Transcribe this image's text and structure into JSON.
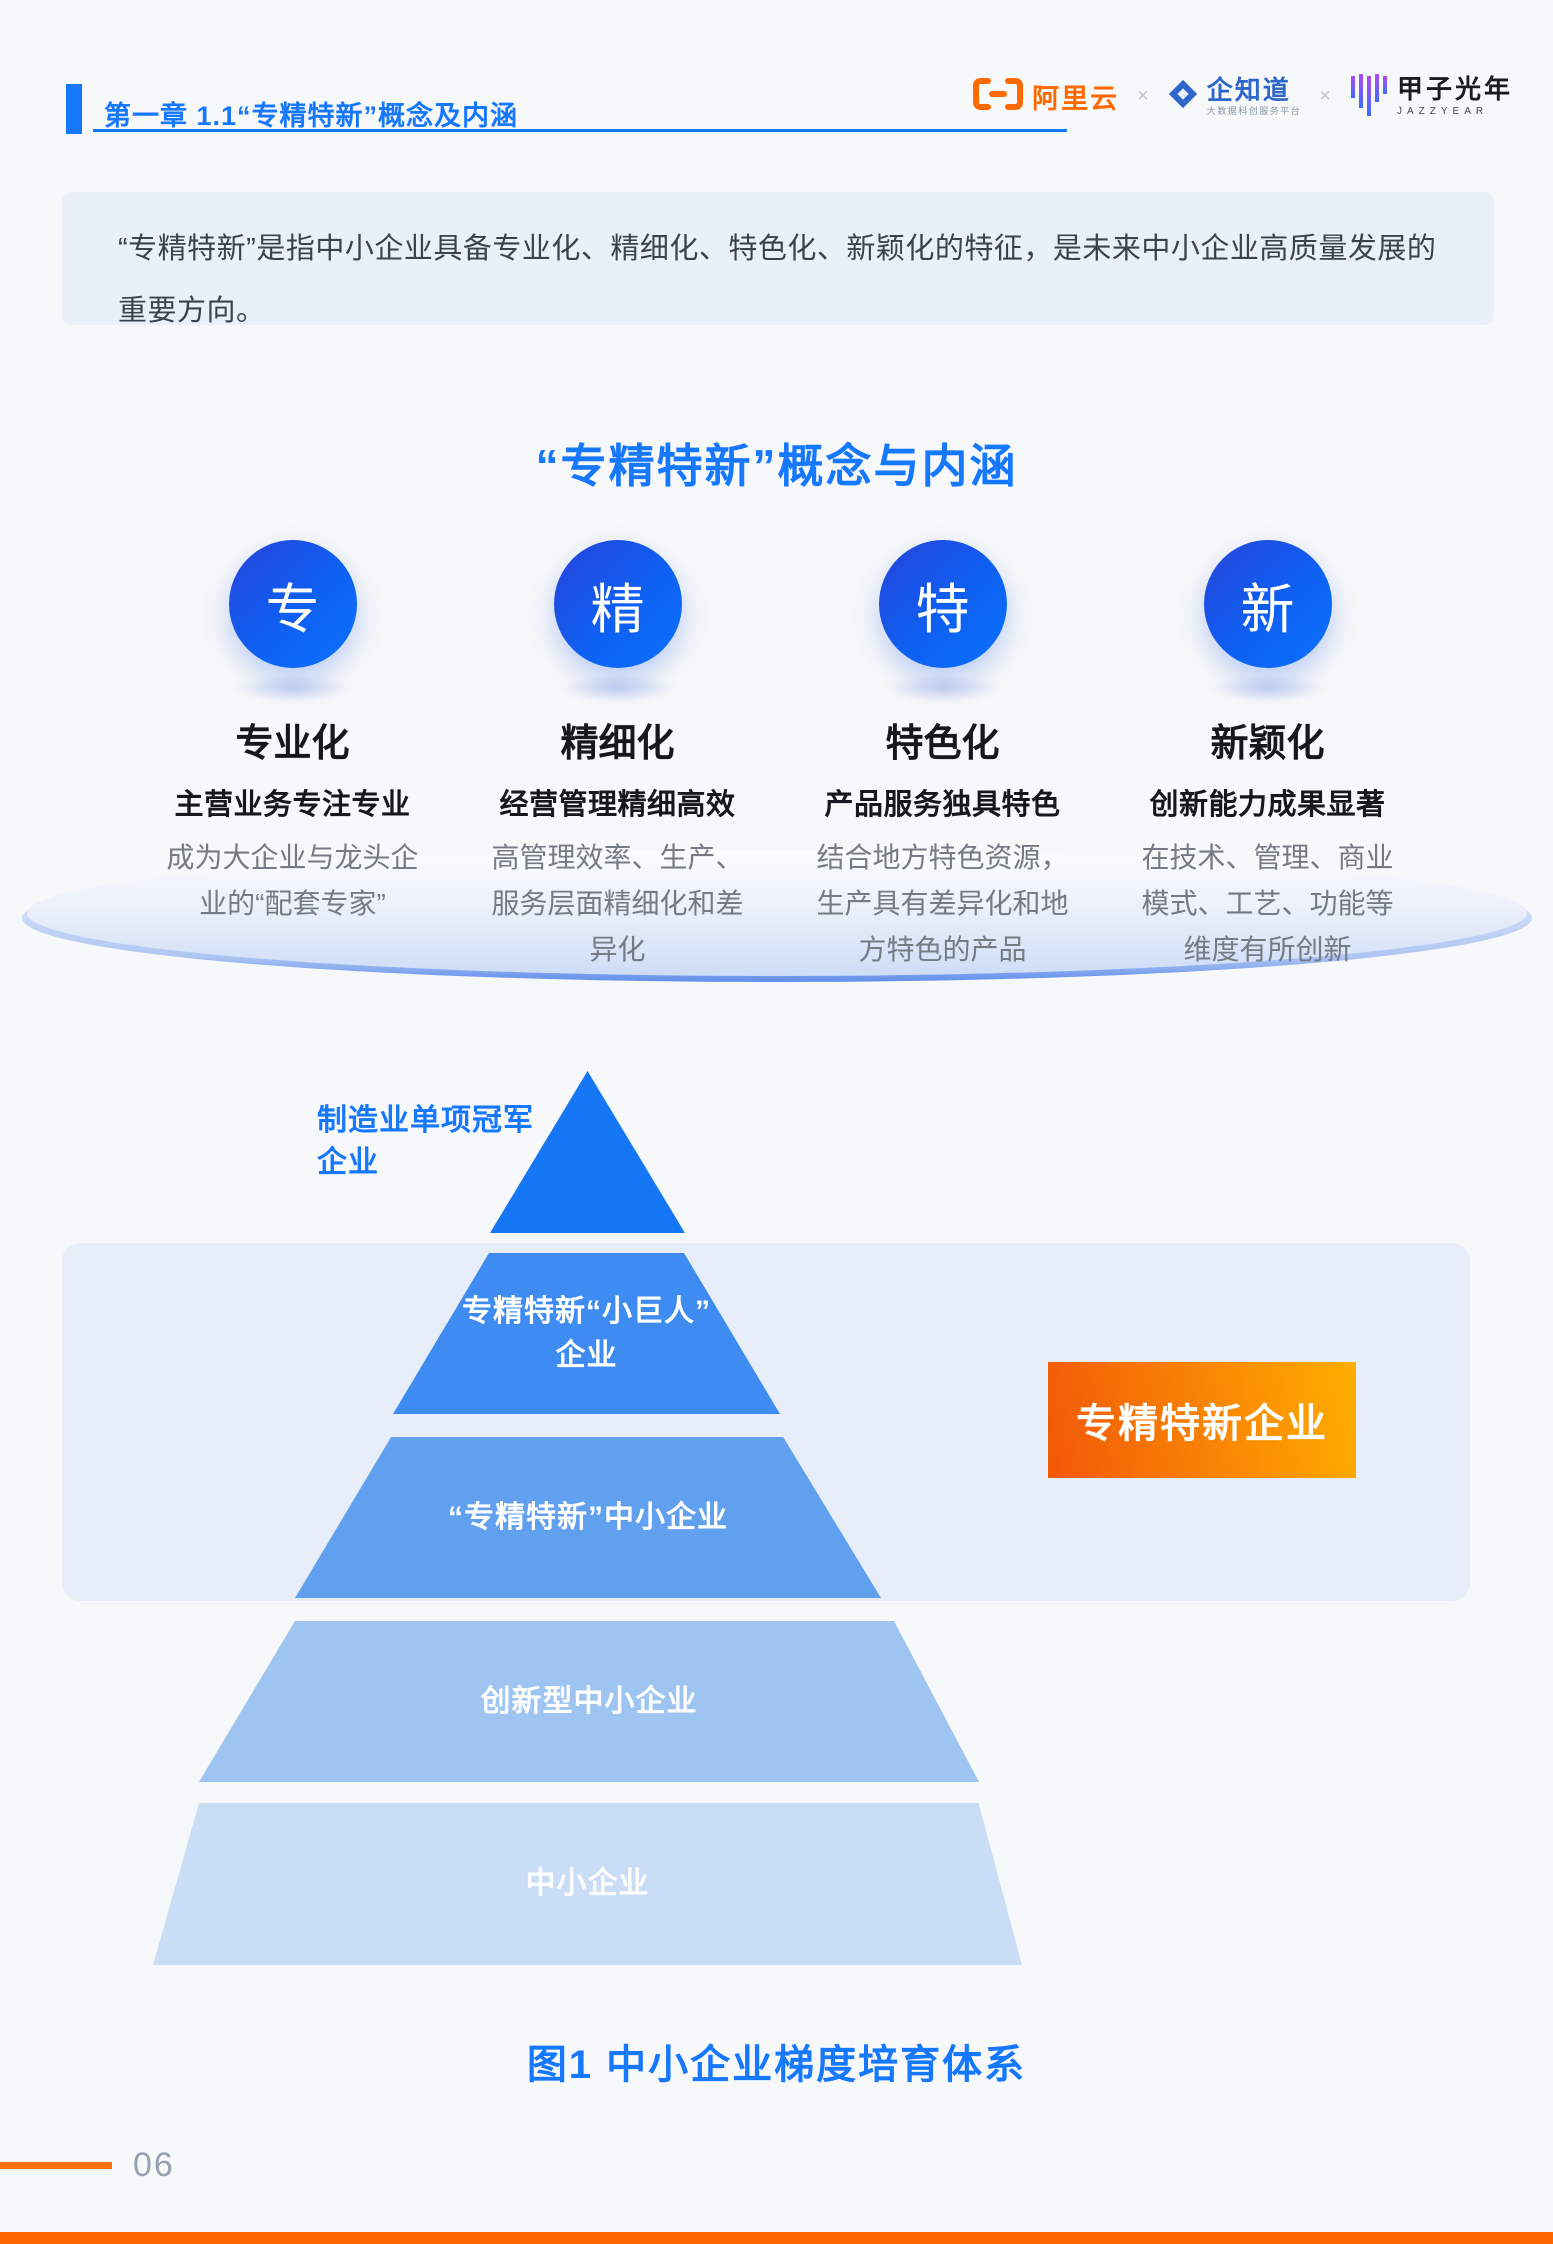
{
  "header": {
    "chapter_title": "第一章 1.1“专精特新”概念及内涵",
    "logo_aliyun": "阿里云",
    "logo_sep1": "×",
    "logo_qizhidao": "企知道",
    "logo_qizhidao_sub": "大数据科创服务平台",
    "logo_sep2": "×",
    "logo_jiazi": "甲子光年",
    "logo_jiazi_sub": "JAZZYEAR"
  },
  "intro": {
    "text": "“专精特新”是指中小企业具备专业化、精细化、特色化、新颖化的特征，是未来中小企业高质量发展的重要方向。"
  },
  "section": {
    "title": "“专精特新”概念与内涵"
  },
  "concepts": [
    {
      "char": "专",
      "title": "专业化",
      "subtitle": "主营业务专注专业",
      "desc": "成为大企业与龙头企业的“配套专家”"
    },
    {
      "char": "精",
      "title": "精细化",
      "subtitle": "经营管理精细高效",
      "desc": "高管理效率、生产、服务层面精细化和差异化"
    },
    {
      "char": "特",
      "title": "特色化",
      "subtitle": "产品服务独具特色",
      "desc": "结合地方特色资源，生产具有差异化和地方特色的产品"
    },
    {
      "char": "新",
      "title": "新颖化",
      "subtitle": "创新能力成果显著",
      "desc": "在技术、管理、商业模式、工艺、功能等维度有所创新"
    }
  ],
  "pyramid": {
    "levels": [
      {
        "label": "制造业单项冠军企业",
        "label_lines": [
          "制造业单项冠军",
          "企业"
        ],
        "color": "#1677F6",
        "label_position": "outside-left"
      },
      {
        "label": "专精特新“小巨人”企业",
        "label_lines": [
          "专精特新“小巨人”",
          "企业"
        ],
        "color": "#3E8CF2"
      },
      {
        "label": "“专精特新”中小企业",
        "label_lines": [
          "“专精特新”中小企业"
        ],
        "color": "#60A0EF"
      },
      {
        "label": "创新型中小企业",
        "label_lines": [
          "创新型中小企业"
        ],
        "color": "#9EC5F1"
      },
      {
        "label": "中小企业",
        "label_lines": [
          "中小企业"
        ],
        "color": "#C9DDF7"
      }
    ],
    "badge": "专精特新企业",
    "badge_gradient": [
      "#F25708",
      "#FFAE00"
    ],
    "caption": "图1 中小企业梯度培育体系"
  },
  "footer": {
    "page_number": "06"
  },
  "colors": {
    "accent_blue": "#1677FF",
    "accent_orange": "#FF6600",
    "intro_box_bg": "#EAF0F9",
    "pyramid_band_bg": "#E7EEF9"
  }
}
